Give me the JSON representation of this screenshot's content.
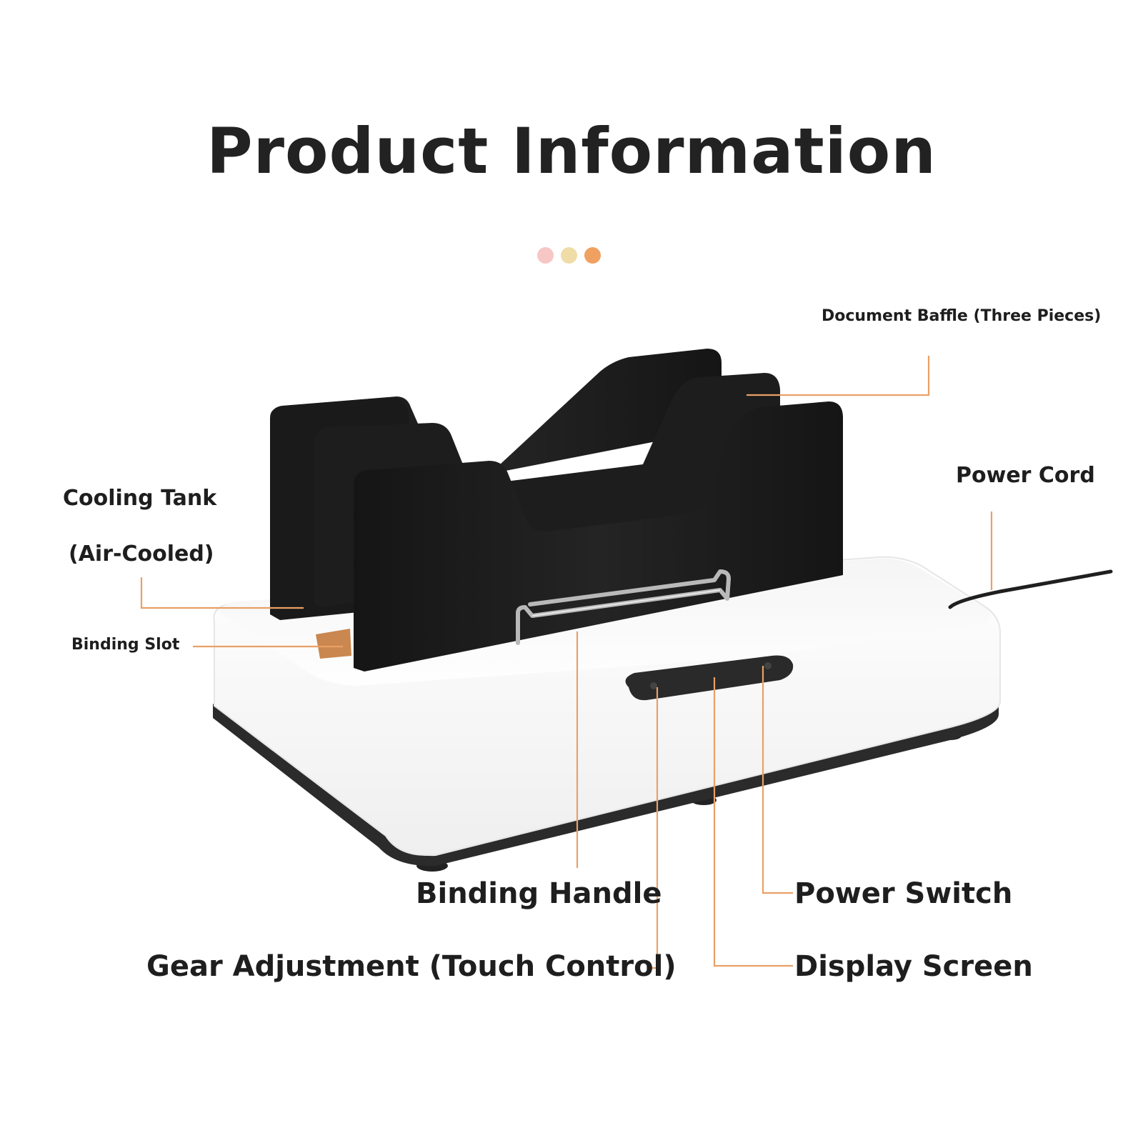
{
  "title": "Product Information",
  "decor": {
    "dot_colors": [
      "#f6c7c5",
      "#efdca7",
      "#f0a060"
    ]
  },
  "colors": {
    "accent": "#e9a066",
    "base_white": "#ffffff",
    "base_dark": "#2b2b2b",
    "baffle": "#1b1b1b"
  },
  "callouts": {
    "document_baffle": "Document Baffle (Three Pieces)",
    "power_cord": "Power Cord",
    "cooling_tank_line1": "Cooling Tank",
    "cooling_tank_line2": "(Air-Cooled)",
    "binding_slot": "Binding Slot",
    "binding_handle": "Binding Handle",
    "power_switch": "Power Switch",
    "gear_adjustment": "Gear Adjustment (Touch Control)",
    "display_screen": "Display Screen"
  }
}
